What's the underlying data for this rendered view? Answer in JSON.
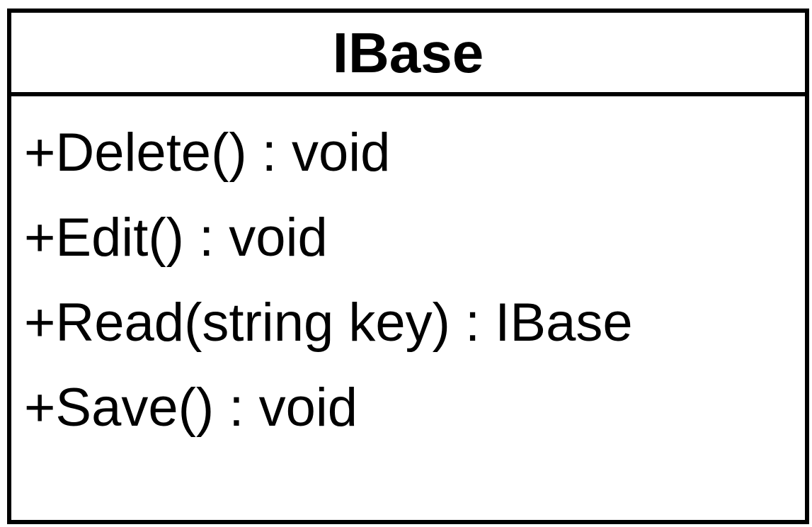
{
  "class": {
    "name": "IBase",
    "methods": [
      "+Delete() : void",
      "+Edit() : void",
      "+Read(string key) : IBase",
      "+Save() : void"
    ]
  }
}
